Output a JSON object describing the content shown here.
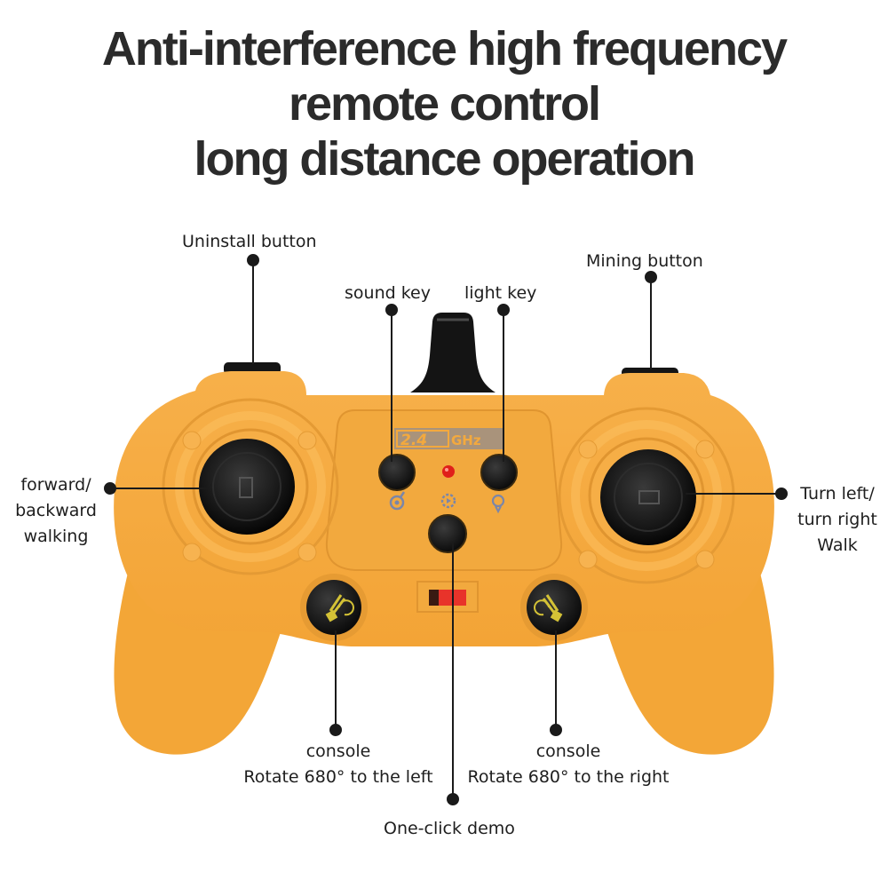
{
  "headline": {
    "line1": "Anti-interference high frequency",
    "line2": "remote control",
    "line3": "long distance operation"
  },
  "controller": {
    "body_color": "#F5A83A",
    "frequency_badge": "2.4GHz",
    "indicator_color": "#E0201A",
    "switch_color": "#E8332A"
  },
  "callouts": {
    "uninstall": "Uninstall button",
    "mining": "Mining button",
    "sound": "sound key",
    "light": "light key",
    "left_stick": {
      "line1": "forward/",
      "line2": "backward",
      "line3": "walking"
    },
    "right_stick": {
      "line1": "Turn left/",
      "line2": "turn right",
      "line3": "Walk"
    },
    "console_left": {
      "line1": "console",
      "line2": "Rotate 680° to the left"
    },
    "console_right": {
      "line1": "console",
      "line2": "Rotate 680° to the right"
    },
    "demo": "One-click demo"
  },
  "icons": [
    "sound-icon",
    "demo-gear-icon",
    "light-bulb-icon",
    "excavator-icon"
  ]
}
